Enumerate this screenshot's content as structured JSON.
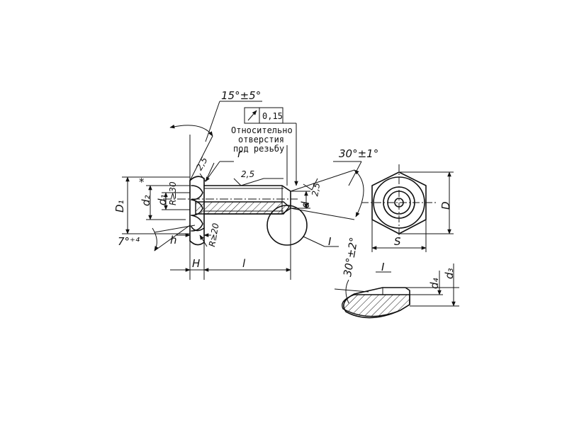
{
  "labels": {
    "angle_main": "15°±5°",
    "tolerance": "0,15",
    "note_line1": "Относительно",
    "note_line2": "отверстия",
    "note_line3": "под резьбу",
    "r": "r",
    "rough1": "2,5",
    "rough2": "2,5",
    "rough3": "2,5",
    "R30": "R≥30",
    "R20": "R≥20",
    "D1": "D₁",
    "d2": "d₂",
    "d1": "d₁",
    "star": "*",
    "angle7": "7°⁺⁴",
    "h": "h",
    "H": "H",
    "l": "l",
    "d": "d",
    "angle30": "30°±1°",
    "section_mark": "I",
    "D": "D",
    "S": "S",
    "detail_title": "I",
    "angle30b": "30°±2°",
    "d4": "d₄",
    "d3": "d₃"
  },
  "icons": {
    "tolerance_symbol": "runout-arrow-icon"
  }
}
